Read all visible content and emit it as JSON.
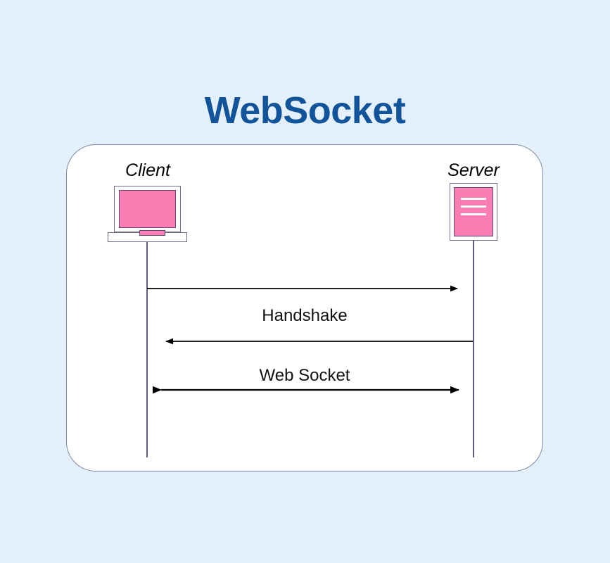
{
  "page": {
    "background_color": "#e4f0fd",
    "title": "WebSocket",
    "title_color": "#12549a"
  },
  "diagram": {
    "type": "sequence-diagram",
    "card": {
      "background_color": "#ffffff",
      "border_color": "#7d8aa8"
    },
    "actors": [
      {
        "id": "client",
        "label": "Client",
        "icon": "laptop-icon",
        "accent_color": "#fc7cb4"
      },
      {
        "id": "server",
        "label": "Server",
        "icon": "server-icon",
        "accent_color": "#fc7cb4"
      }
    ],
    "messages": [
      {
        "id": "handshake-request",
        "label": "",
        "direction": "right",
        "from": "client",
        "to": "server"
      },
      {
        "id": "handshake",
        "label": "Handshake",
        "direction": "left",
        "from": "server",
        "to": "client"
      },
      {
        "id": "web-socket",
        "label": "Web Socket",
        "direction": "both",
        "from": "client",
        "to": "server"
      }
    ],
    "arrow_color": "#000000",
    "lifeline_color": "#5f5d80"
  }
}
